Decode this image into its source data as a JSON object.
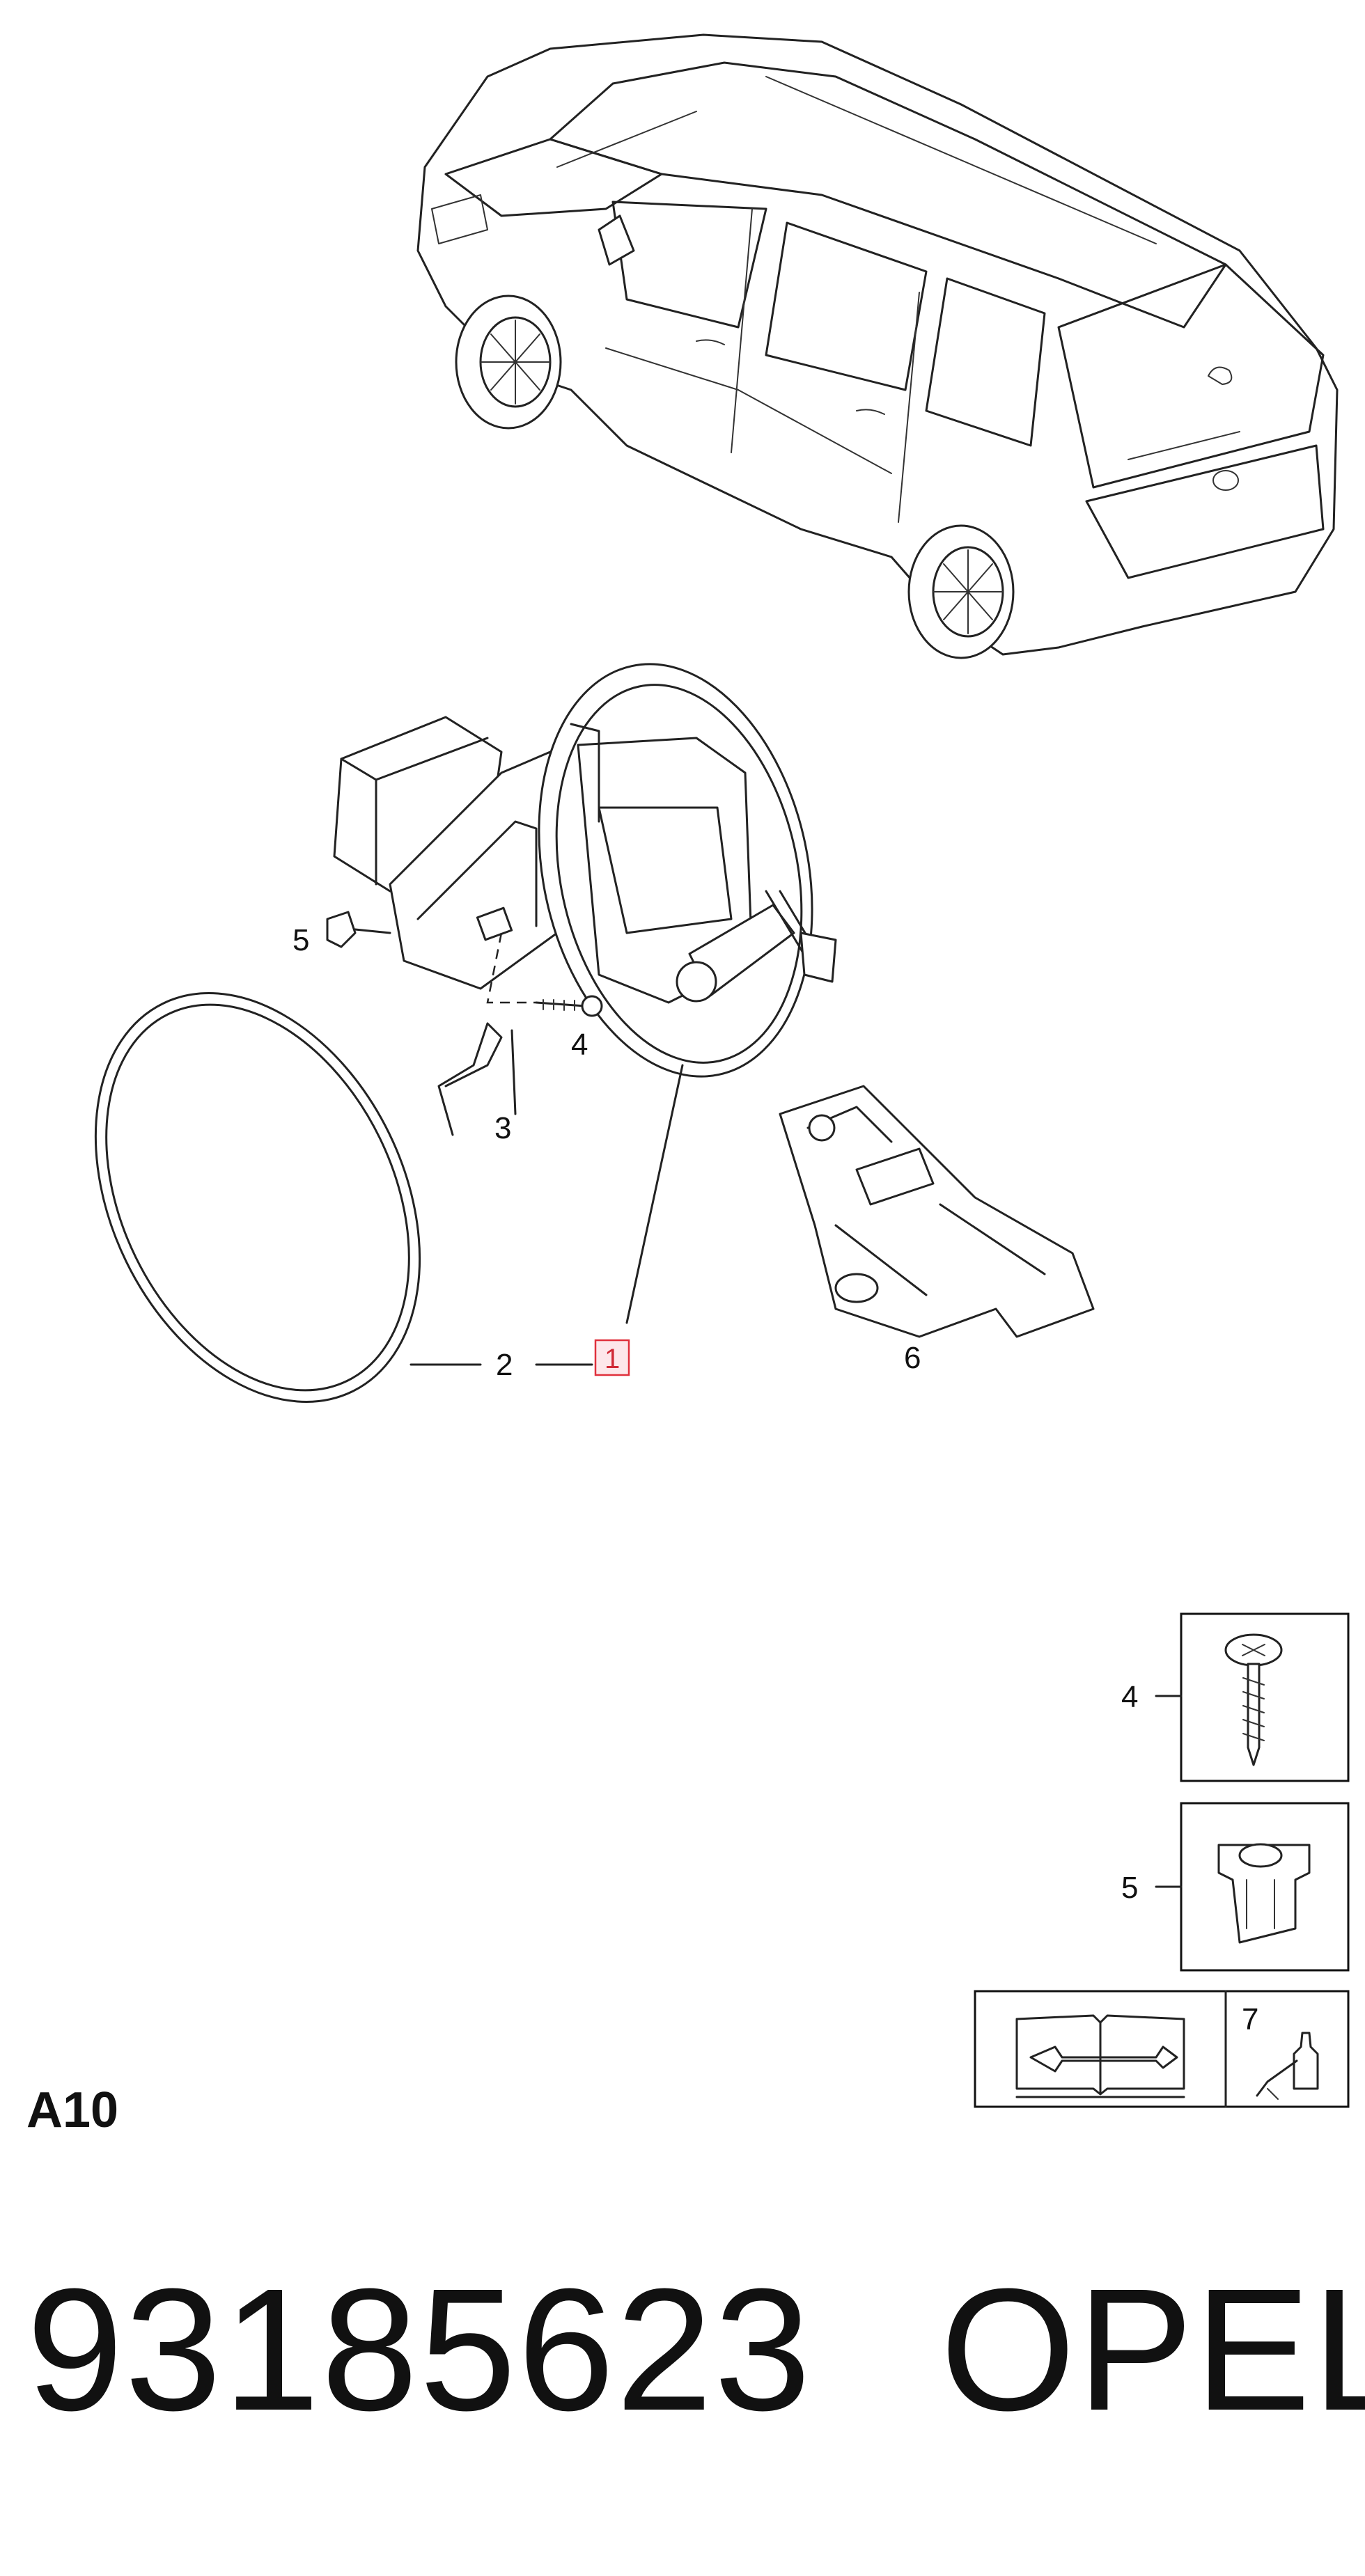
{
  "callouts": {
    "c1": "1",
    "c2": "2",
    "c3": "3",
    "c4": "4",
    "c5": "5",
    "c6": "6"
  },
  "legend": {
    "screw_label": "4",
    "clip_label": "5",
    "adhesive_label": "7"
  },
  "section_label": "A10",
  "part_number": "93185623",
  "brand": "OPEL",
  "colors": {
    "highlight_border": "#e0303c",
    "highlight_fill": "#fde7ea",
    "line": "#222222"
  },
  "icons": [
    "car-illustration",
    "fuel-filler-housing",
    "fuel-flap",
    "seal-ring",
    "spring",
    "screw",
    "clip",
    "actuator-bracket",
    "repair-manual-icon",
    "adhesive-bottle-icon"
  ]
}
